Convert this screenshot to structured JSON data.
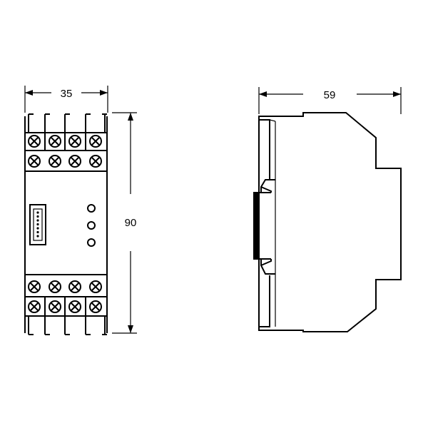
{
  "diagram": {
    "dimensions": {
      "width": {
        "value": "35"
      },
      "height": {
        "value": "90"
      },
      "depth": {
        "value": "59"
      }
    },
    "front_view": {
      "top_terminals_row1": 4,
      "top_terminals_row2": 4,
      "bottom_terminals_row1": 4,
      "bottom_terminals_row2": 4,
      "leds": 3
    },
    "colors": {
      "line": "#000000",
      "background": "#ffffff"
    }
  }
}
